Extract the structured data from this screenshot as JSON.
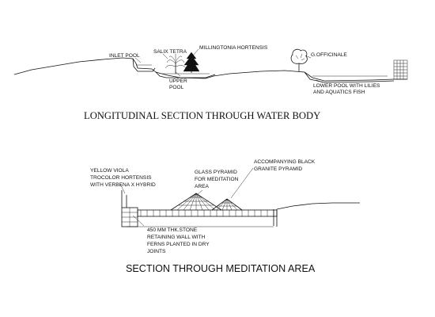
{
  "section1": {
    "title": "LONGITUDINAL SECTION THROUGH WATER BODY",
    "labels": {
      "inlet_pool": "INLET POOL",
      "salix_tetra": "SALIX TETRA",
      "millingtonia": "MILLINGTONIA HORTENSIS",
      "g_officinale": "G.OFFICINALE",
      "upper_pool_1": "UPPER",
      "upper_pool_2": "POOL",
      "lower_pool_1": "LOWER POOL WITH LILIES",
      "lower_pool_2": "AND AQUATICS FISH"
    }
  },
  "section2": {
    "title": "SECTION THROUGH MEDITATION AREA",
    "labels": {
      "viola_1": "YELLOW VIOLA",
      "viola_2": "TROCOLOR HORTENSIS",
      "viola_3": "WITH VERBENA X HYBRID",
      "glass_1": "GLASS PYRAMID",
      "glass_2": "FOR MEDITATION",
      "glass_3": "AREA",
      "granite_1": "ACCOMPANYING BLACK",
      "granite_2": "GRANITE  PYRAMID",
      "wall_1": "450 MM THK.STONE",
      "wall_2": "RETAINING WALL WITH",
      "wall_3": "FERNS PLANTED IN DRY",
      "wall_4": "JOINTS"
    }
  }
}
